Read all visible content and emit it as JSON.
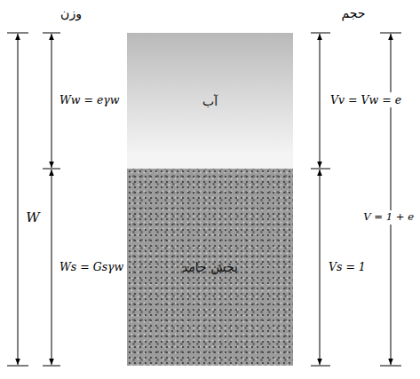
{
  "diagram": {
    "nodes": [
      {
        "text": [
          "آب"
        ]
      },
      {
        "text": [
          "بخش جامد"
        ]
      }
    ],
    "labels": [
      "وزن",
      "حجم",
      "W",
      "Ww = eγw",
      "Ws = Gsγw",
      "Vv = Vw = e",
      "Vs = 1",
      "V = 1 + e"
    ]
  }
}
